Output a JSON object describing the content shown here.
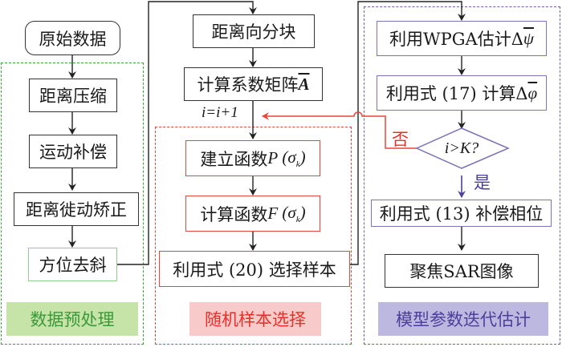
{
  "left_column": {
    "start": "原始数据",
    "steps": [
      "距离压缩",
      "运动补偿",
      "距离徙动矫正",
      "方位去斜"
    ],
    "group_label": "数据预处理",
    "colors": {
      "border": "#3aa63a",
      "label_bg": "#c6e3a8",
      "label_text": "#3a9a3a"
    }
  },
  "middle_column": {
    "steps": [
      "距离向分块",
      "计算系数矩阵A̅"
    ],
    "loop_label": "i=i+1",
    "group_steps": [
      "建立函数P (σk)",
      "计算函数F (σk)",
      "利用式 (20) 选择样本"
    ],
    "group_label": "随机样本选择",
    "colors": {
      "border": "#e8453c",
      "label_bg": "#f9caca",
      "label_text": "#e8302a"
    }
  },
  "right_column": {
    "steps": [
      "利用WPGA估计Δψ̅",
      "利用式 (17) 计算Δφ̅"
    ],
    "decision": "i>K?",
    "no_label": "否",
    "yes_label": "是",
    "after_steps": [
      "利用式 (13) 补偿相位",
      "聚焦SAR图像"
    ],
    "group_label": "模型参数迭代估计",
    "colors": {
      "border": "#6a63b0",
      "label_bg": "#bcb8e0",
      "label_text": "#4a3f9a"
    }
  }
}
